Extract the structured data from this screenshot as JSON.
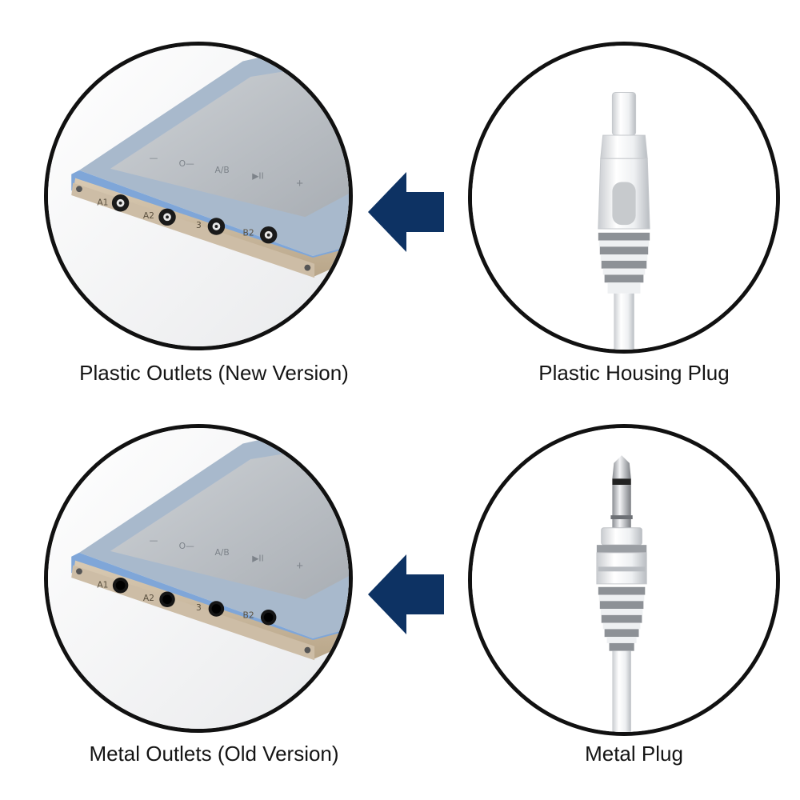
{
  "panels": {
    "plastic_outlets": {
      "caption": "Plastic Outlets (New Version)",
      "port_labels": [
        "A1",
        "A2",
        "3",
        "B2"
      ],
      "button_glyphs": [
        "—",
        "O—",
        "A/B",
        "▶II",
        "+"
      ]
    },
    "plastic_plug": {
      "caption": "Plastic Housing Plug"
    },
    "metal_outlets": {
      "caption": "Metal Outlets (Old Version)",
      "port_labels": [
        "A1",
        "A2",
        "3",
        "B2"
      ],
      "button_glyphs": [
        "—",
        "O—",
        "A/B",
        "▶II",
        "+"
      ]
    },
    "metal_plug": {
      "caption": "Metal Plug"
    }
  },
  "colors": {
    "arrow": "#0d3263",
    "device_frame": "#7fa6d8",
    "device_panel": "#c9b79e",
    "screen": "#b7bcc2",
    "circle_border": "#111111"
  },
  "icons": {
    "arrow": "arrow-left-icon"
  }
}
